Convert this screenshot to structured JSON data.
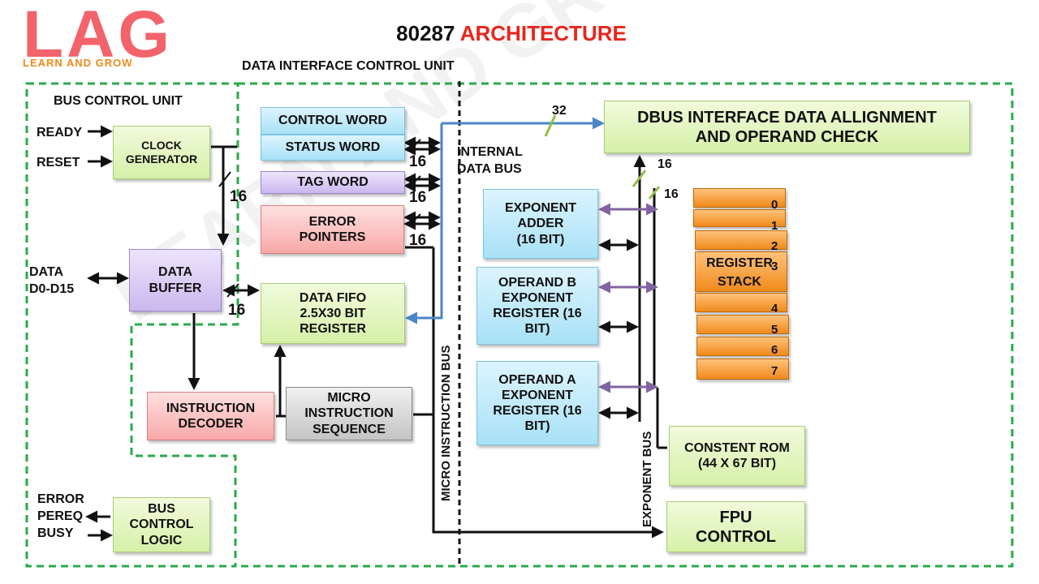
{
  "logo": {
    "letters": "LAG",
    "tagline": "LEARN AND GROW"
  },
  "watermark": "LEARN AND GROW",
  "title": {
    "part1": "80287",
    "part2": "ARCHITECTURE"
  },
  "sections": {
    "data_interface": "DATA INTERFACE CONTROL UNIT",
    "bus_control": "BUS CONTROL UNIT"
  },
  "signals": {
    "ready": "READY",
    "reset": "RESET",
    "data": "DATA\nD0-D15",
    "error_pereq_busy": "ERROR\nPEREQ\nBUSY"
  },
  "blocks": {
    "clock_generator": "CLOCK\nGENERATOR",
    "data_buffer": "DATA\nBUFFER",
    "instruction_decoder": "INSTRUCTION\nDECODER",
    "micro_instruction_sequence": "MICRO\nINSTRUCTION\nSEQUENCE",
    "bus_control_logic": "BUS\nCONTROL\nLOGIC",
    "control_word": "CONTROL  WORD",
    "status_word": "STATUS  WORD",
    "tag_word": "TAG WORD",
    "error_pointers": "ERROR\nPOINTERS",
    "data_fifo": "DATA FIFO\n2.5X30 BIT\nREGISTER",
    "dbus_interface": "DBUS INTERFACE DATA ALLIGNMENT\nAND OPERAND CHECK",
    "exponent_adder": "EXPONENT\nADDER\n(16 BIT)",
    "operand_b": "OPERAND B\nEXPONENT\nREGISTER (16\nBIT)",
    "operand_a": "OPERAND A\nEXPONENT\nREGISTER (16\nBIT)",
    "constant_rom": "CONSTENT ROM\n(44 X 67 BIT)",
    "fpu_control": "FPU\nCONTROL"
  },
  "register_stack": {
    "label": "REGISTER\nSTACK",
    "indices": [
      "0",
      "1",
      "2",
      "3",
      "4",
      "5",
      "6",
      "7"
    ]
  },
  "bus_labels": {
    "internal_data_bus": "INTERNAL\nDATA BUS",
    "micro_instruction_bus": "MICRO INSTRUCTION BUS",
    "exponent_bus": "EXPONENT  BUS"
  },
  "widths": {
    "w32": "32",
    "w16": "16"
  },
  "colors": {
    "logo_red": "#f2636b",
    "logo_orange": "#f08a1c",
    "title_red": "#e8261c",
    "dashed_green": "#2aaa4a",
    "internal_bus_blue": "#4a86c8",
    "exponent_arrow_purple": "#8064a2"
  }
}
